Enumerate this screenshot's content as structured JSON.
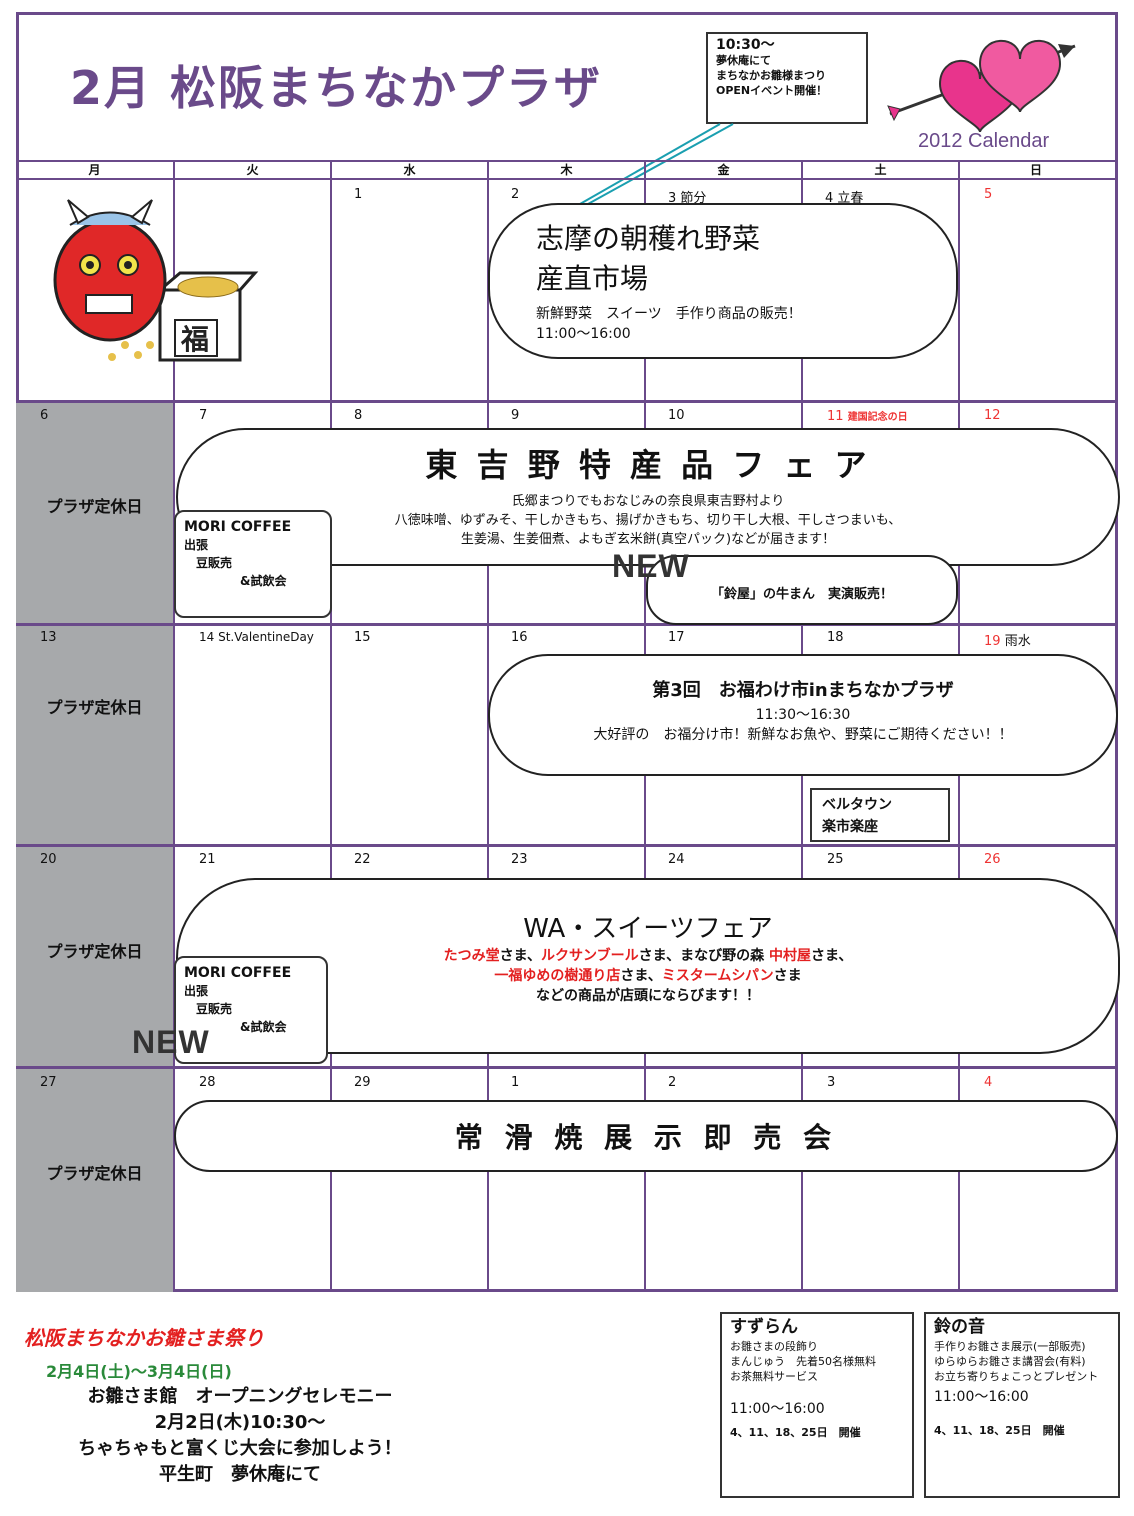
{
  "title": "2月 松阪まちなかプラザ",
  "calendar_label": "2012 Calendar",
  "callout": {
    "time": "10:30～",
    "lines": [
      "夢休庵にて",
      "まちなかお雛様まつり",
      "OPENイベント開催！"
    ]
  },
  "weekdays": [
    "月",
    "火",
    "水",
    "木",
    "金",
    "土",
    "日"
  ],
  "closed_label": "プラザ定休日",
  "dates": {
    "w1": [
      "",
      "",
      "1",
      "2",
      "3 節分",
      "4 立春",
      "5"
    ],
    "w2": [
      "6",
      "7",
      "8",
      "9",
      "10",
      "11",
      "12"
    ],
    "w3": [
      "13",
      "14 St.ValentineDay",
      "15",
      "16",
      "17",
      "18",
      "19"
    ],
    "w4": [
      "20",
      "21",
      "22",
      "23",
      "24",
      "25",
      "26"
    ],
    "w5": [
      "27",
      "28",
      "29",
      "1",
      "2",
      "3",
      "4"
    ]
  },
  "holiday_11": "建国記念の日",
  "holiday_19": "雨水",
  "event_shima": {
    "title1": "志摩の朝穫れ野菜",
    "title2": "産直市場",
    "desc": "新鮮野菜　スイーツ　手作り商品の販売！",
    "time": "11:00～16:00"
  },
  "event_higashi": {
    "title": "東 吉 野 特 産 品 フ ェ ア",
    "line1": "氏郷まつりでもおなじみの奈良県東吉野村より",
    "line2": "八徳味噌、ゆずみそ、干しかきもち、揚げかきもち、切り干し大根、干しさつまいも、",
    "line3": "生姜湯、生姜佃煮、よもぎ玄米餅(真空パック)などが届きます！"
  },
  "mori": {
    "title": "MORI COFFEE",
    "l1": "出張",
    "l2": "豆販売",
    "l3": "&試飲会"
  },
  "new_label": "NEW",
  "suzuya": "「鈴屋」の牛まん　実演販売！",
  "event_ofuku": {
    "title": "第3回　お福わけ市inまちなかプラザ",
    "time": "11:30～16:30",
    "desc": "大好評の　お福分け市！新鮮なお魚や、野菜にご期待ください！！"
  },
  "bell": {
    "l1": "ベルタウン",
    "l2": "楽市楽座"
  },
  "event_wa": {
    "title": "WA・スイーツフェア",
    "line1": [
      {
        "t": "たつみ堂",
        "red": true
      },
      {
        "t": "さま、",
        "red": false
      },
      {
        "t": "ルクサンブール",
        "red": true
      },
      {
        "t": "さま、まなび野の森 ",
        "red": false
      },
      {
        "t": "中村屋",
        "red": true
      },
      {
        "t": "さま、",
        "red": false
      }
    ],
    "line2": [
      {
        "t": "一福ゆめの樹通り店",
        "red": true
      },
      {
        "t": "さま、",
        "red": false
      },
      {
        "t": "ミスタームシパン",
        "red": true
      },
      {
        "t": "さま",
        "red": false
      }
    ],
    "line3": "などの商品が店頭にならびます！！"
  },
  "event_tokoname": "常 滑 焼 展 示 即 売 会",
  "footer": {
    "title": "松阪まちなかお雛さま祭り",
    "dates": "2月4日(土)～3月4日(日)",
    "l1": "お雛さま館　オープニングセレモニー",
    "l2": "2月2日(木)10:30～",
    "l3": "ちゃちゃもと富くじ大会に参加しよう！",
    "l4": "平生町　夢休庵にて"
  },
  "suzuran": {
    "title": "すずらん",
    "l1": "お雛さまの段飾り",
    "l2": "まんじゅう　先着50名様無料",
    "l3": "お茶無料サービス",
    "time": "11:00～16:00",
    "days": "4、11、18、25日　開催"
  },
  "suzunone": {
    "title": "鈴の音",
    "l1": "手作りお雛さま展示(一部販売)",
    "l2": "ゆらゆらお雛さま講習会(有料)",
    "l3": "お立ち寄りちょこっとプレゼント",
    "time": "11:00～16:00",
    "days": "4、11、18、25日　開催"
  },
  "colors": {
    "purple": "#6a4a8a",
    "red": "#e32020",
    "gray": "#a7a9ab"
  }
}
